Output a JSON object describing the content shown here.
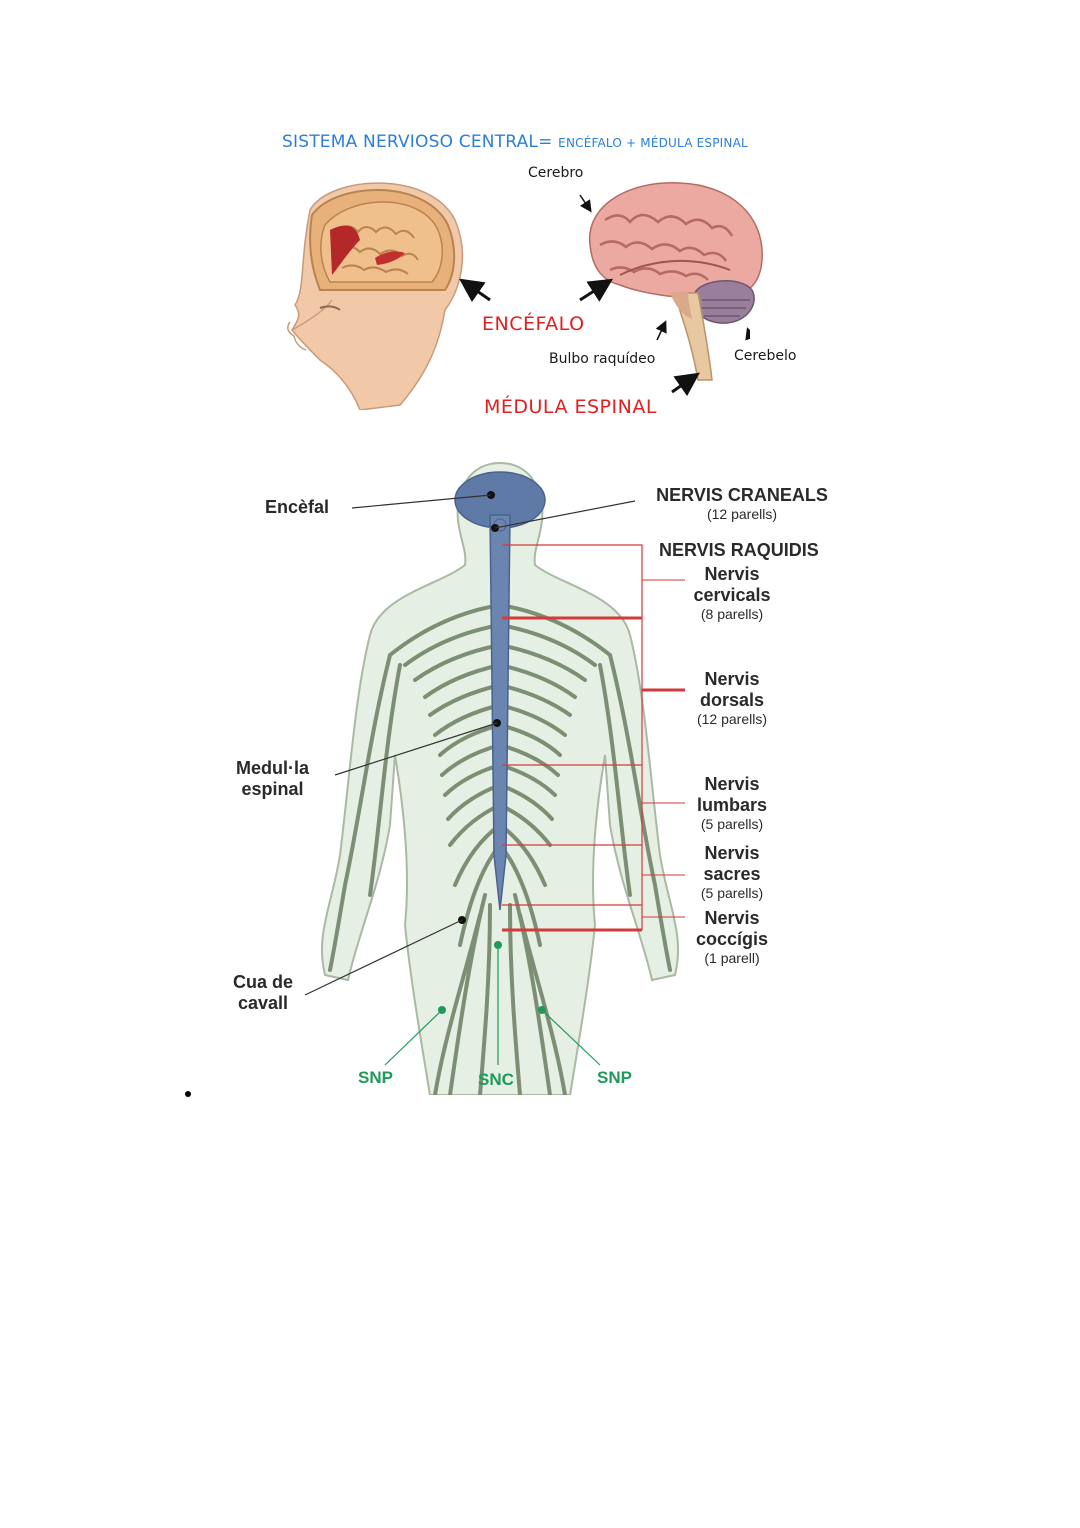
{
  "top": {
    "title_main": "SISTEMA NERVIOSO CENTRAL=",
    "title_small": "ENCÉFALO + MÉDULA ESPINAL",
    "cerebro": "Cerebro",
    "encefalo": "ENCÉFALO",
    "bulbo": "Bulbo raquídeo",
    "cerebelo": "Cerebelo",
    "medula": "MÉDULA ESPINAL"
  },
  "body": {
    "encefal": "Encèfal",
    "medulla_1": "Medul·la",
    "medulla_2": "espinal",
    "cua_1": "Cua de",
    "cua_2": "cavall",
    "craneals_title": "NERVIS CRANEALS",
    "craneals_sub": "(12 parells)",
    "raquidis_title": "NERVIS RAQUIDIS",
    "cervicals_1": "Nervis",
    "cervicals_2": "cervicals",
    "cervicals_sub": "(8 parells)",
    "dorsals_1": "Nervis",
    "dorsals_2": "dorsals",
    "dorsals_sub": "(12 parells)",
    "lumbars_1": "Nervis",
    "lumbars_2": "lumbars",
    "lumbars_sub": "(5 parells)",
    "sacres_1": "Nervis",
    "sacres_2": "sacres",
    "sacres_sub": "(5 parells)",
    "coccigis_1": "Nervis",
    "coccigis_2": "coccígis",
    "coccigis_sub": "(1 parell)",
    "snp_left": "SNP",
    "snc": "SNC",
    "snp_right": "SNP"
  },
  "colors": {
    "title_blue": "#2b7fd8",
    "label_red": "#e02020",
    "cns_blue": "#5f7aa6",
    "nerve_green": "#7c8f74",
    "bracket_red": "#d33a3a",
    "legend_green": "#1f9a5a"
  }
}
